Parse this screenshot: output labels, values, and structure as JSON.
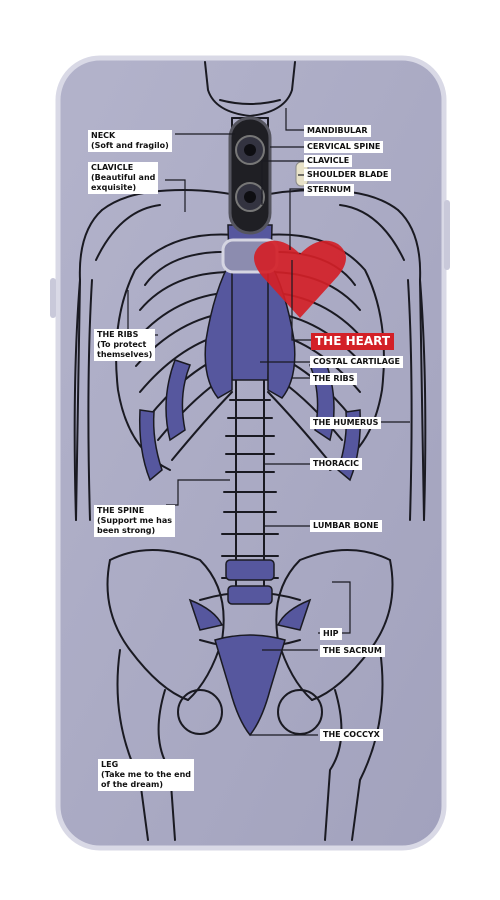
{
  "colors": {
    "case_tint": "#a9a9c3",
    "bone_highlight": "#56579e",
    "outline": "#1a1a22",
    "heart": "#d32027",
    "label_bg": "#ffffff"
  },
  "labels": {
    "neck": {
      "title": "NECK",
      "sub": "(Soft and fragilo)"
    },
    "clavicle_left": {
      "title": "CLAVICLE",
      "sub1": "(Beautiful and",
      "sub2": "exquisite)"
    },
    "ribs_left": {
      "title": "THE RIBS",
      "sub1": "(To protect",
      "sub2": "themselves)"
    },
    "spine": {
      "title": "THE SPINE",
      "sub1": "(Support me has",
      "sub2": "been strong)"
    },
    "leg": {
      "title": "LEG",
      "sub1": "(Take me to the end",
      "sub2": "of the dream)"
    },
    "mandibular": "MANDIBULAR",
    "cervical_spine": "CERVICAL SPINE",
    "clavicle_right": "CLAVICLE",
    "shoulder_blade": "SHOULDER BLADE",
    "sternum": "STERNUM",
    "the_heart": "THE HEART",
    "costal_cartilage": "COSTAL CARTILAGE",
    "the_ribs_right": "THE RIBS",
    "the_humerus": "THE HUMERUS",
    "thoracic": "THORACIC",
    "lumbar_bone": "LUMBAR BONE",
    "hip": "HIP",
    "the_sacrum": "THE SACRUM",
    "the_coccyx": "THE COCCYX"
  }
}
